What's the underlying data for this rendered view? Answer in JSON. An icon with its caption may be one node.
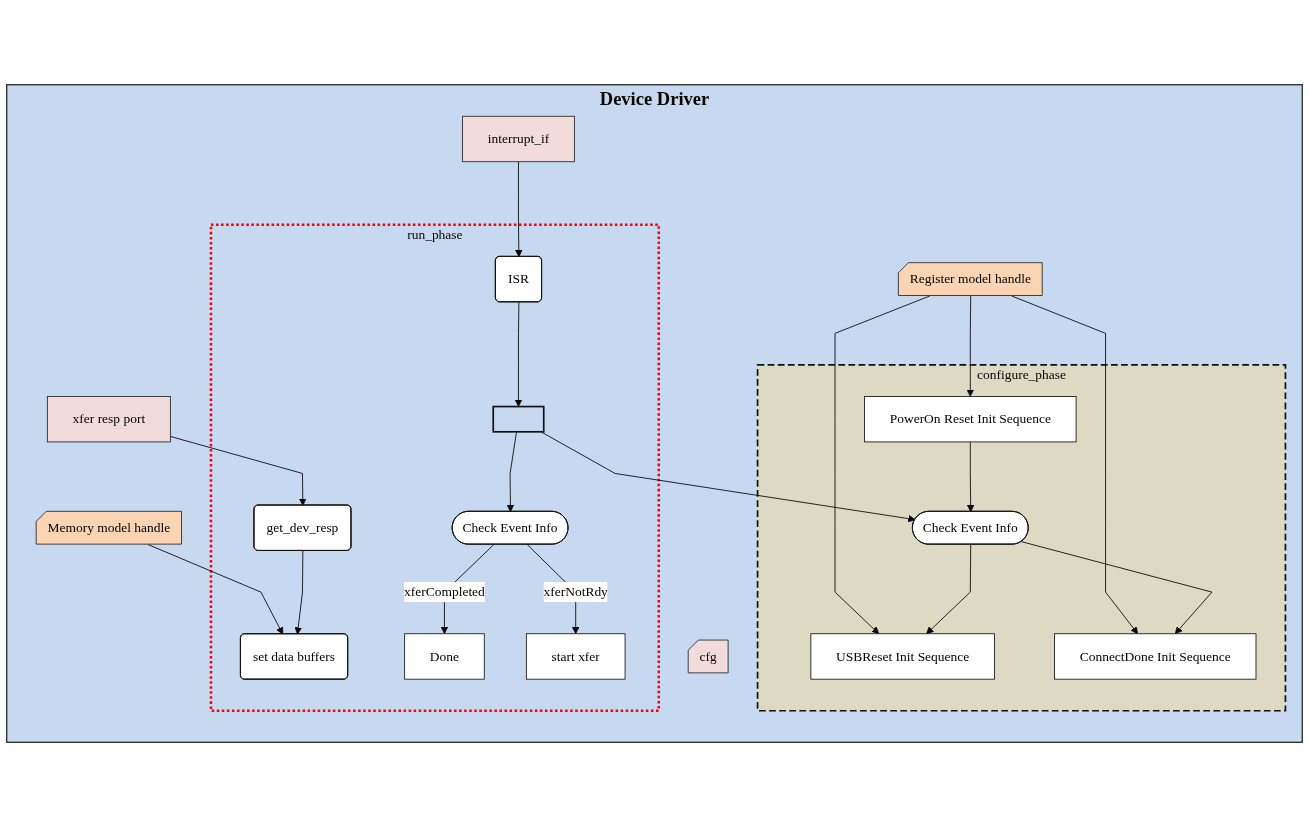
{
  "diagram": {
    "nodes": [
      {
        "text": [
          "Device Driver"
        ]
      },
      {
        "text": [
          "Memory model handle"
        ],
        "in": 0
      },
      {
        "text": [
          "Register model handle"
        ],
        "in": 0
      },
      {
        "text": [
          "configure_phase"
        ],
        "in": 0
      },
      {
        "text": [
          "PowerOn Reset Init Sequence"
        ],
        "in": 3
      },
      {
        "text": [
          "cfg"
        ],
        "in": 0
      },
      {
        "text": [
          "USBReset Init Sequence"
        ],
        "in": 3
      },
      {
        "text": [
          "Check Event Info"
        ],
        "in": 3
      },
      {
        "text": [
          "ConnectDone Init Sequence"
        ],
        "in": 3
      },
      {
        "text": [
          "run_phase"
        ],
        "in": 0
      },
      {
        "text": [
          "interrupt_if"
        ],
        "in": 0
      },
      {
        "text": [
          "ISR"
        ],
        "in": 9
      },
      {
        "text": [],
        "shape": "box",
        "in": 9
      },
      {
        "text": [
          "Check Event Info"
        ],
        "in": 9
      },
      {
        "text": [
          "Done"
        ],
        "in": 9
      },
      {
        "text": [
          "xfer resp port"
        ],
        "in": 0
      },
      {
        "text": [
          "get_dev_resp"
        ],
        "in": 9
      },
      {
        "text": [
          "set data buffers"
        ],
        "in": 9
      },
      {
        "text": [
          "start xfer"
        ],
        "in": 9
      }
    ],
    "edges": [
      {
        "from": 2,
        "to": 4,
        "arrow": "to"
      },
      {
        "from": 2,
        "to": 6,
        "arrow": "to"
      },
      {
        "from": 2,
        "to": 8,
        "arrow": "to"
      },
      {
        "from": 4,
        "to": 7,
        "arrow": "to"
      },
      {
        "from": 7,
        "to": 6,
        "arrow": "to"
      },
      {
        "from": 7,
        "to": 8,
        "arrow": "to"
      },
      {
        "from": 1,
        "to": 17,
        "arrow": "to"
      },
      {
        "from": 10,
        "to": 11,
        "arrow": "to"
      },
      {
        "from": 11,
        "to": 12,
        "arrow": "to"
      },
      {
        "from": 12,
        "to": 7,
        "arrow": "to"
      },
      {
        "from": 12,
        "to": 13,
        "arrow": "to"
      },
      {
        "from": 13,
        "to": 14,
        "label": "xferCompleted",
        "arrow": "to"
      },
      {
        "from": 13,
        "to": 18,
        "label": "xferNotRdy",
        "arrow": "to"
      },
      {
        "from": 15,
        "to": 16,
        "arrow": "to"
      },
      {
        "from": 16,
        "to": 17,
        "arrow": "to"
      }
    ]
  }
}
